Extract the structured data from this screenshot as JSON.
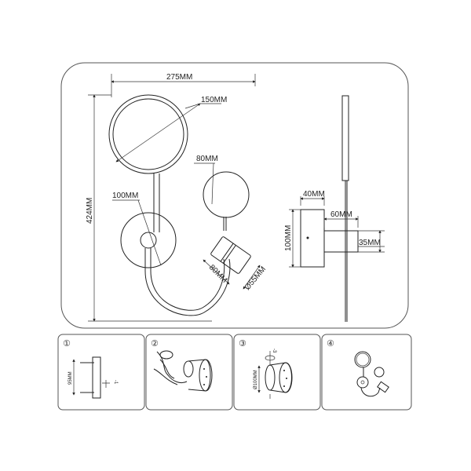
{
  "main_drawing": {
    "width_label": "275MM",
    "height_label": "424MM",
    "ring_diameter_label": "150MM",
    "globe_diameter_label": "80MM",
    "disc_diameter_label": "100MM",
    "spot_length_label": "80MM",
    "spot_diameter_label": "Ø55MM"
  },
  "side_view": {
    "plate_depth_label": "40MM",
    "arm_length_label": "60MM",
    "plate_height_label": "100MM",
    "arm_height_label": "35MM"
  },
  "steps": [
    {
      "number": "①",
      "dim_label": "95MM",
      "note": "-1"
    },
    {
      "number": "②"
    },
    {
      "number": "③",
      "dim_label": "Ø100MM",
      "note": "-3"
    },
    {
      "number": "④"
    }
  ]
}
